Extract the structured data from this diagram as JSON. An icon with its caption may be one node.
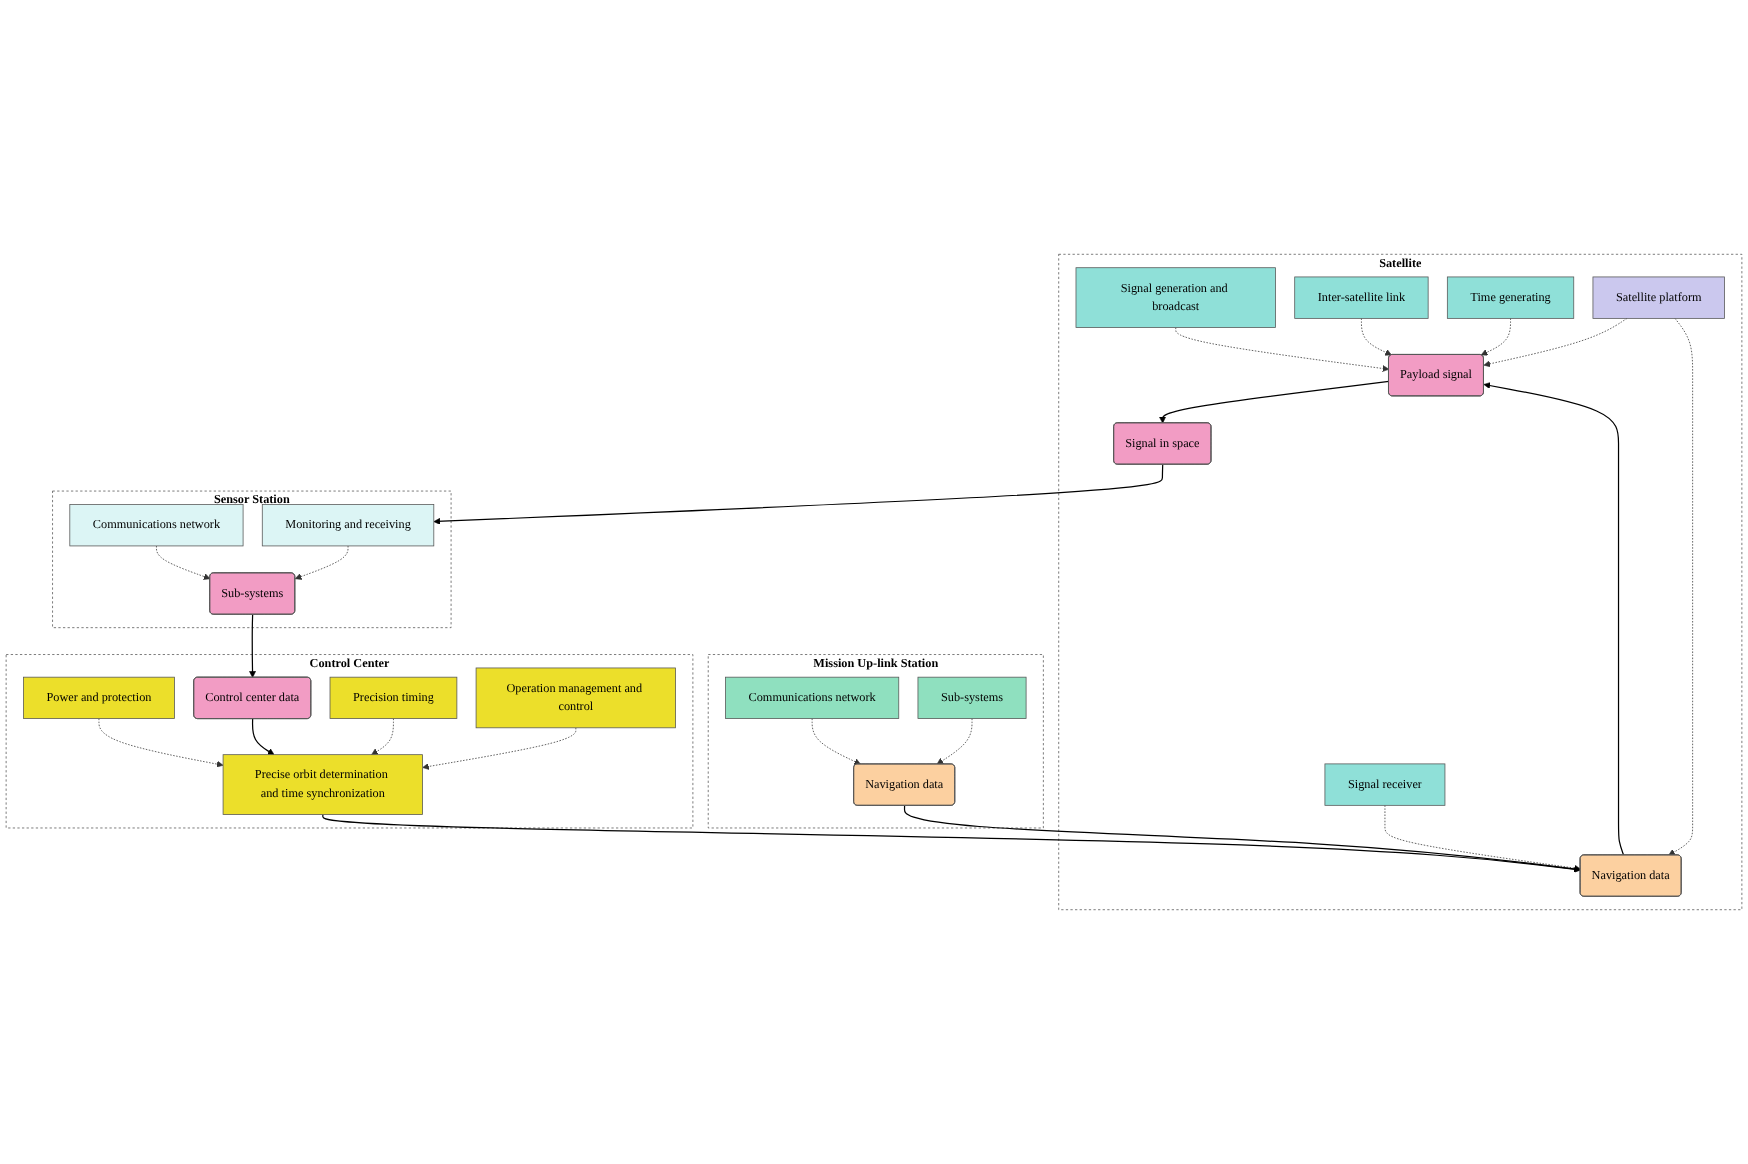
{
  "diagram": {
    "nodes": [
      {
        "text": [
          "Satellite"
        ]
      },
      {
        "text": [
          "Signal generation and broadcast"
        ],
        "in": 0
      },
      {
        "text": [
          "Signal receiver"
        ],
        "in": 0
      },
      {
        "text": [
          "Signal in space"
        ],
        "in": 0
      },
      {
        "text": [
          "Payload signal"
        ],
        "in": 0
      },
      {
        "text": [
          "Navigation data"
        ],
        "in": 0
      },
      {
        "text": [
          "Inter-satellite link"
        ],
        "in": 0
      },
      {
        "text": [
          "Time generating"
        ],
        "in": 0
      },
      {
        "text": [
          "Satellite platform"
        ],
        "in": 0
      },
      {
        "text": [
          "Sensor Station"
        ]
      },
      {
        "text": [
          "Monitoring and receiving"
        ],
        "in": 9
      },
      {
        "text": [
          "Sub-systems"
        ],
        "in": 9
      },
      {
        "text": [
          "Communications network"
        ],
        "in": 9
      },
      {
        "text": [
          "Mission Up-link Station"
        ]
      },
      {
        "text": [
          "Communications network"
        ],
        "in": 13
      },
      {
        "text": [
          "Navigation data"
        ],
        "in": 13
      },
      {
        "text": [
          "Sub-systems"
        ],
        "in": 13
      },
      {
        "text": [
          "Control Center"
        ]
      },
      {
        "text": [
          "Power and protection"
        ],
        "in": 17
      },
      {
        "text": [
          "Control center data"
        ],
        "in": 17
      },
      {
        "text": [
          "Precision timing"
        ],
        "in": 17
      },
      {
        "text": [
          "Operation management and control"
        ],
        "in": 17
      },
      {
        "text": [
          "Precise orbit determination and time synchronization"
        ],
        "in": 17
      }
    ],
    "edges": [
      {
        "from": 1,
        "to": 4,
        "arrow": "to",
        "style": "dashed"
      },
      {
        "from": 2,
        "to": 5,
        "arrow": "to",
        "style": "dashed"
      },
      {
        "from": 5,
        "to": 4,
        "arrow": "to"
      },
      {
        "from": 4,
        "to": 3,
        "arrow": "to"
      },
      {
        "from": 6,
        "to": 4,
        "arrow": "to",
        "style": "dashed"
      },
      {
        "from": 7,
        "to": 4,
        "arrow": "to",
        "style": "dashed"
      },
      {
        "from": 8,
        "to": 4,
        "arrow": "to",
        "style": "dashed"
      },
      {
        "from": 8,
        "to": 5,
        "arrow": "to",
        "style": "dashed"
      },
      {
        "from": 3,
        "to": 10,
        "arrow": "to"
      },
      {
        "from": 10,
        "to": 11,
        "arrow": "to",
        "style": "dashed"
      },
      {
        "from": 12,
        "to": 11,
        "arrow": "to",
        "style": "dashed"
      },
      {
        "from": 14,
        "to": 15,
        "arrow": "to",
        "style": "dashed"
      },
      {
        "from": 16,
        "to": 15,
        "arrow": "to",
        "style": "dashed"
      },
      {
        "from": 11,
        "to": 19,
        "arrow": "to"
      },
      {
        "from": 19,
        "to": 22,
        "arrow": "to"
      },
      {
        "from": 18,
        "to": 22,
        "arrow": "to",
        "style": "dashed"
      },
      {
        "from": 20,
        "to": 22,
        "arrow": "to",
        "style": "dashed"
      },
      {
        "from": 21,
        "to": 22,
        "arrow": "to",
        "style": "dashed"
      },
      {
        "from": 22,
        "to": 5,
        "arrow": "to"
      },
      {
        "from": 15,
        "to": 5,
        "arrow": "to"
      }
    ]
  }
}
